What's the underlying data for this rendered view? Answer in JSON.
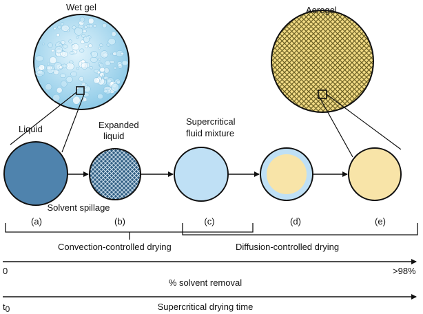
{
  "labels": {
    "wet_gel": "Wet gel",
    "aerogel": "Aerogel",
    "liquid": "Liquid",
    "expanded_liquid_line1": "Expanded",
    "expanded_liquid_line2": "liquid",
    "supercritical_line1": "Supercritical",
    "supercritical_line2": "fluid mixture",
    "solvent_spillage": "Solvent spillage",
    "stage_a": "(a)",
    "stage_b": "(b)",
    "stage_c": "(c)",
    "stage_d": "(d)",
    "stage_e": "(e)",
    "convection": "Convection-controlled drying",
    "diffusion": "Diffusion-controlled drying",
    "axis1_start": "0",
    "axis1_end": ">98%",
    "axis1_label": "% solvent removal",
    "axis2_start": "t",
    "axis2_start_sub": "0",
    "axis2_label": "Supercritical drying time"
  },
  "colors": {
    "liquid": "#4f83ad",
    "expanded_liquid": "#3f6f96",
    "supercritical": "#bfe0f5",
    "aerogel_core": "#f8e4a8",
    "aerogel_hatch": "#c9b04a",
    "wet_gel": "#bde3f4",
    "outline": "#111111"
  }
}
